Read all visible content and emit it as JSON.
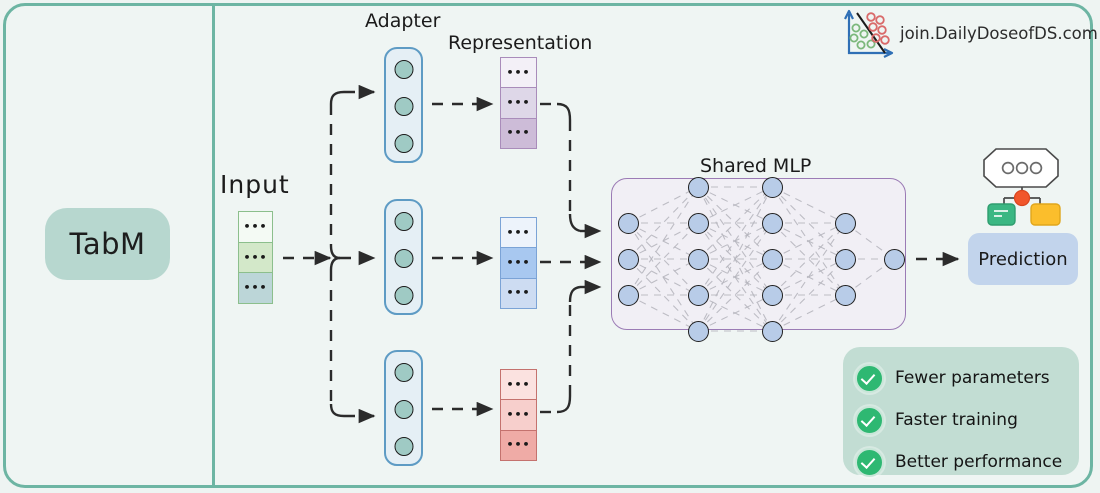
{
  "diagram": {
    "brand_label": "TabM",
    "titles": {
      "input": "Input",
      "adapter": "Adapter",
      "representation": "Representation",
      "shared_mlp": "Shared MLP"
    },
    "cell_placeholder": "•••"
  },
  "input_block": {
    "name": "Input",
    "cells": [
      {
        "label": "...",
        "color": "#f4faf4"
      },
      {
        "label": "...",
        "color": "#d3e8c9"
      },
      {
        "label": "...",
        "color": "#bcd6d8"
      }
    ]
  },
  "adapters": [
    {
      "name": "adapter-top",
      "node_count": 3
    },
    {
      "name": "adapter-middle",
      "node_count": 3
    },
    {
      "name": "adapter-bottom",
      "node_count": 3
    }
  ],
  "representations": [
    {
      "name": "representation-purple",
      "accent": "#a98cba",
      "cells": [
        {
          "label": "...",
          "color": "#f3f0f7"
        },
        {
          "label": "...",
          "color": "#ded7e8"
        },
        {
          "label": "...",
          "color": "#cdbcd8"
        }
      ]
    },
    {
      "name": "representation-blue",
      "accent": "#7ba3d6",
      "cells": [
        {
          "label": "...",
          "color": "#edf3fb"
        },
        {
          "label": "...",
          "color": "#a8c8f0"
        },
        {
          "label": "...",
          "color": "#cddcf2"
        }
      ]
    },
    {
      "name": "representation-red",
      "accent": "#c4726e",
      "cells": [
        {
          "label": "...",
          "color": "#fbe2e0"
        },
        {
          "label": "...",
          "color": "#f7cfcc"
        },
        {
          "label": "...",
          "color": "#efaba6"
        }
      ]
    }
  ],
  "shared_mlp": {
    "title": "Shared MLP",
    "layer_sizes": [
      3,
      5,
      5,
      3,
      1
    ],
    "node_color": "#b8cce8",
    "box_border": "#9b7bb5",
    "box_fill": "#f1eff5"
  },
  "prediction": {
    "label": "Prediction",
    "color": "#c2d4ec"
  },
  "benefits": {
    "card_color": "#c2ddd3",
    "tick_color": "#2eb872",
    "items": [
      "Fewer parameters",
      "Faster training",
      "Better performance"
    ]
  },
  "watermark": {
    "text": "join.DailyDoseofDS.com",
    "axis_color": "#2f6fb5",
    "dot_green": "#7cb87c",
    "dot_red": "#d96a6a"
  },
  "theme": {
    "canvas": "#eff5f3",
    "frame_border": "#6db5a3",
    "divider": "#6db5a3",
    "brand_chip": "#b7d7cf",
    "adapter_border": "#5e9bc4",
    "adapter_fill": "#e5eff5",
    "adapter_node": "#9fcac4",
    "arrow": "#2b2b2b"
  }
}
